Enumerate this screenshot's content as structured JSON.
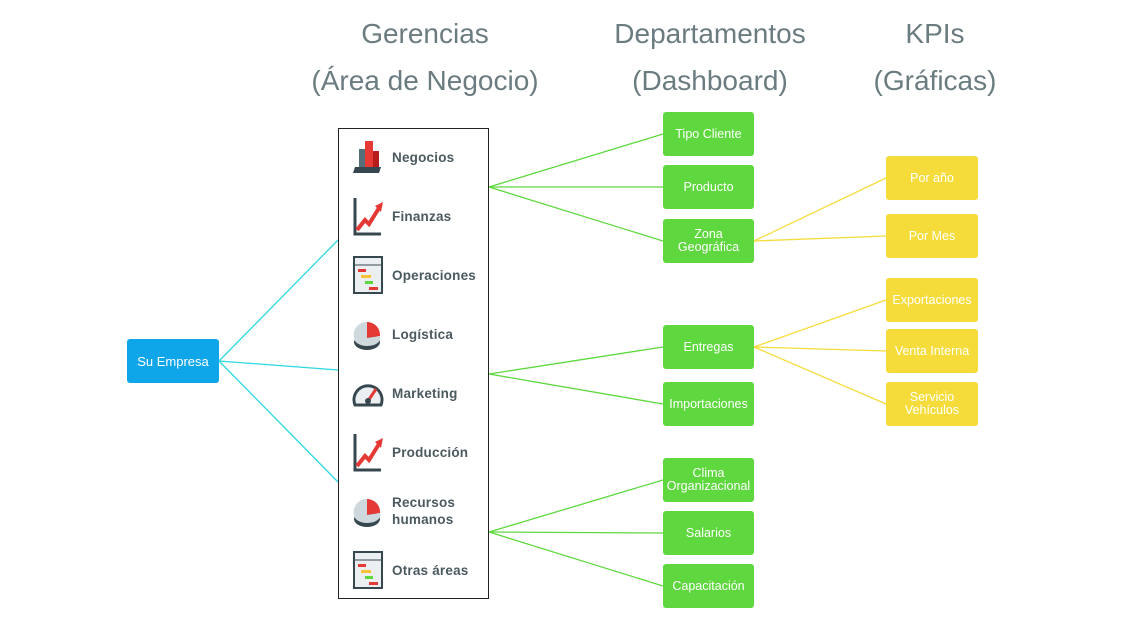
{
  "headers": {
    "gerencias": [
      "Gerencias",
      "(Área de Negocio)"
    ],
    "departamentos": [
      "Departamentos",
      "(Dashboard)"
    ],
    "kpis": [
      "KPIs",
      "(Gráficas)"
    ]
  },
  "root": "Su Empresa",
  "areas": [
    {
      "label": "Negocios",
      "icon": "bar-chart-icon"
    },
    {
      "label": "Finanzas",
      "icon": "trend-arrow-icon"
    },
    {
      "label": "Operaciones",
      "icon": "gantt-chart-icon"
    },
    {
      "label": "Logística",
      "icon": "pie-chart-icon"
    },
    {
      "label": "Marketing",
      "icon": "gauge-icon"
    },
    {
      "label": "Producción",
      "icon": "trend-arrow-icon"
    },
    {
      "label": "Recursos humanos",
      "icon": "pie-chart-icon"
    },
    {
      "label": "Otras áreas",
      "icon": "gantt-chart-icon"
    }
  ],
  "departments": [
    {
      "label": "Tipo Cliente",
      "group": "Negocios"
    },
    {
      "label": "Producto",
      "group": "Negocios"
    },
    {
      "label": "Zona Geográfica",
      "group": "Negocios"
    },
    {
      "label": "Entregas",
      "group": "Marketing"
    },
    {
      "label": "Importaciones",
      "group": "Marketing"
    },
    {
      "label": "Clima Organizacional",
      "group": "Recursos humanos"
    },
    {
      "label": "Salarios",
      "group": "Recursos humanos"
    },
    {
      "label": "Capacitación",
      "group": "Recursos humanos"
    }
  ],
  "kpis": [
    {
      "label": "Por año",
      "parent": "Zona Geográfica"
    },
    {
      "label": "Por Mes",
      "parent": "Zona Geográfica"
    },
    {
      "label": "Exportaciones",
      "parent": "Entregas"
    },
    {
      "label": "Venta Interna",
      "parent": "Entregas"
    },
    {
      "label": "Servicio Vehículos",
      "parent": "Entregas"
    }
  ],
  "colors": {
    "header_text": "#6b7c80",
    "root_box": "#0ea5e9",
    "root_links": "#2ed8e0",
    "department_box": "#5fd83f",
    "department_links": "#5fd83f",
    "kpi_box": "#f6dc3b",
    "kpi_links": "#f6dc3b",
    "area_label": "#4b5a5f",
    "icon_dark": "#37474f",
    "icon_red": "#e53935"
  }
}
